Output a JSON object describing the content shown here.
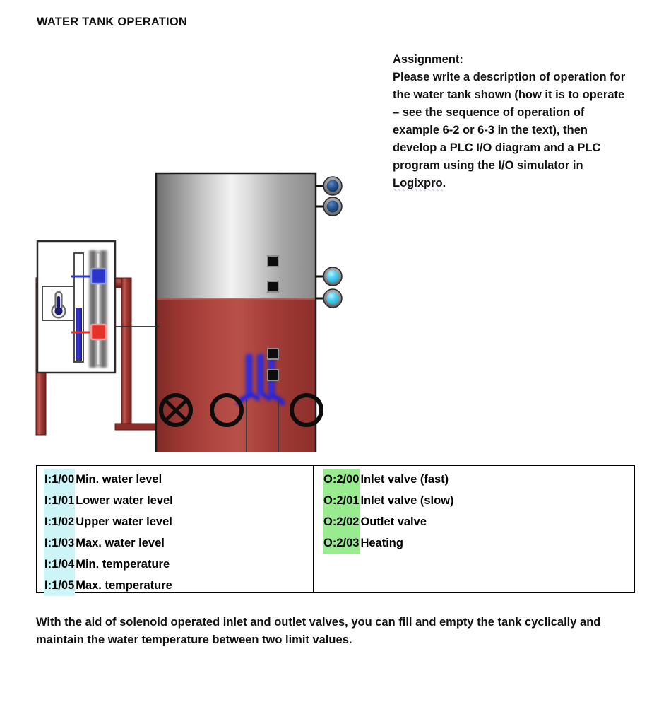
{
  "heading": "WATER TANK OPERATION",
  "assignment": {
    "label": "Assignment:",
    "body_before": "Please write a description of operation for the water tank shown (how it is to operate – see the sequence of operation of example 6-2 or 6-3 in the text), then develop a PLC I/O diagram and a PLC program using the I/O simulator in ",
    "highlighted_word": "Logixpro",
    "body_after": "."
  },
  "diagram": {
    "name": "water-tank-process-diagram",
    "tank": {
      "vessel_label": "water-tank",
      "water_color": "#a03a35",
      "shell_color": "#c8c8c8",
      "water_level_fraction": 0.57
    },
    "lamps": [
      {
        "name": "max-water-level-lamp",
        "state": "off",
        "color": "#1f4a86"
      },
      {
        "name": "upper-water-level-lamp",
        "state": "off",
        "color": "#1f4a86"
      },
      {
        "name": "lower-water-level-lamp",
        "state": "on",
        "color": "#3fc8ef"
      },
      {
        "name": "min-water-level-lamp",
        "state": "on",
        "color": "#3fc8ef"
      }
    ],
    "valves": [
      {
        "name": "inlet-valve-fast",
        "state": "closed"
      },
      {
        "name": "inlet-valve-slow",
        "state": "open"
      },
      {
        "name": "outlet-valve",
        "state": "open"
      }
    ],
    "heater": {
      "name": "heating-element",
      "color": "#2020d8",
      "state": "on"
    },
    "gauge_panel": {
      "name": "temperature-gauge-panel",
      "thermometer_icon": "thermometer-icon",
      "bar_fill_color": "#2a2ab4",
      "bar_fill_fraction": 0.55,
      "upper_limit_handle_color": "#2a35cc",
      "lower_limit_handle_color": "#e63127"
    },
    "pipes": {
      "color": "#a33a35"
    }
  },
  "io_table": {
    "inputs": [
      {
        "address": "I:1/00",
        "description": "Min. water level"
      },
      {
        "address": "I:1/01",
        "description": "Lower water level"
      },
      {
        "address": "I:1/02",
        "description": "Upper water level"
      },
      {
        "address": "I:1/03",
        "description": "Max. water level"
      },
      {
        "address": "I:1/04",
        "description": "Min. temperature"
      },
      {
        "address": "I:1/05",
        "description": "Max. temperature"
      }
    ],
    "outputs": [
      {
        "address": "O:2/00",
        "description": "Inlet valve (fast)"
      },
      {
        "address": "O:2/01",
        "description": "Inlet valve (slow)"
      },
      {
        "address": "O:2/02",
        "description": "Outlet valve"
      },
      {
        "address": "O:2/03",
        "description": "Heating"
      }
    ],
    "input_highlight_color": "#cdf5f7",
    "output_highlight_color": "#98ec8f"
  },
  "footer_note": "With the aid of solenoid operated inlet and outlet valves, you can fill and empty the tank cyclically and maintain the water temperature between two limit values."
}
